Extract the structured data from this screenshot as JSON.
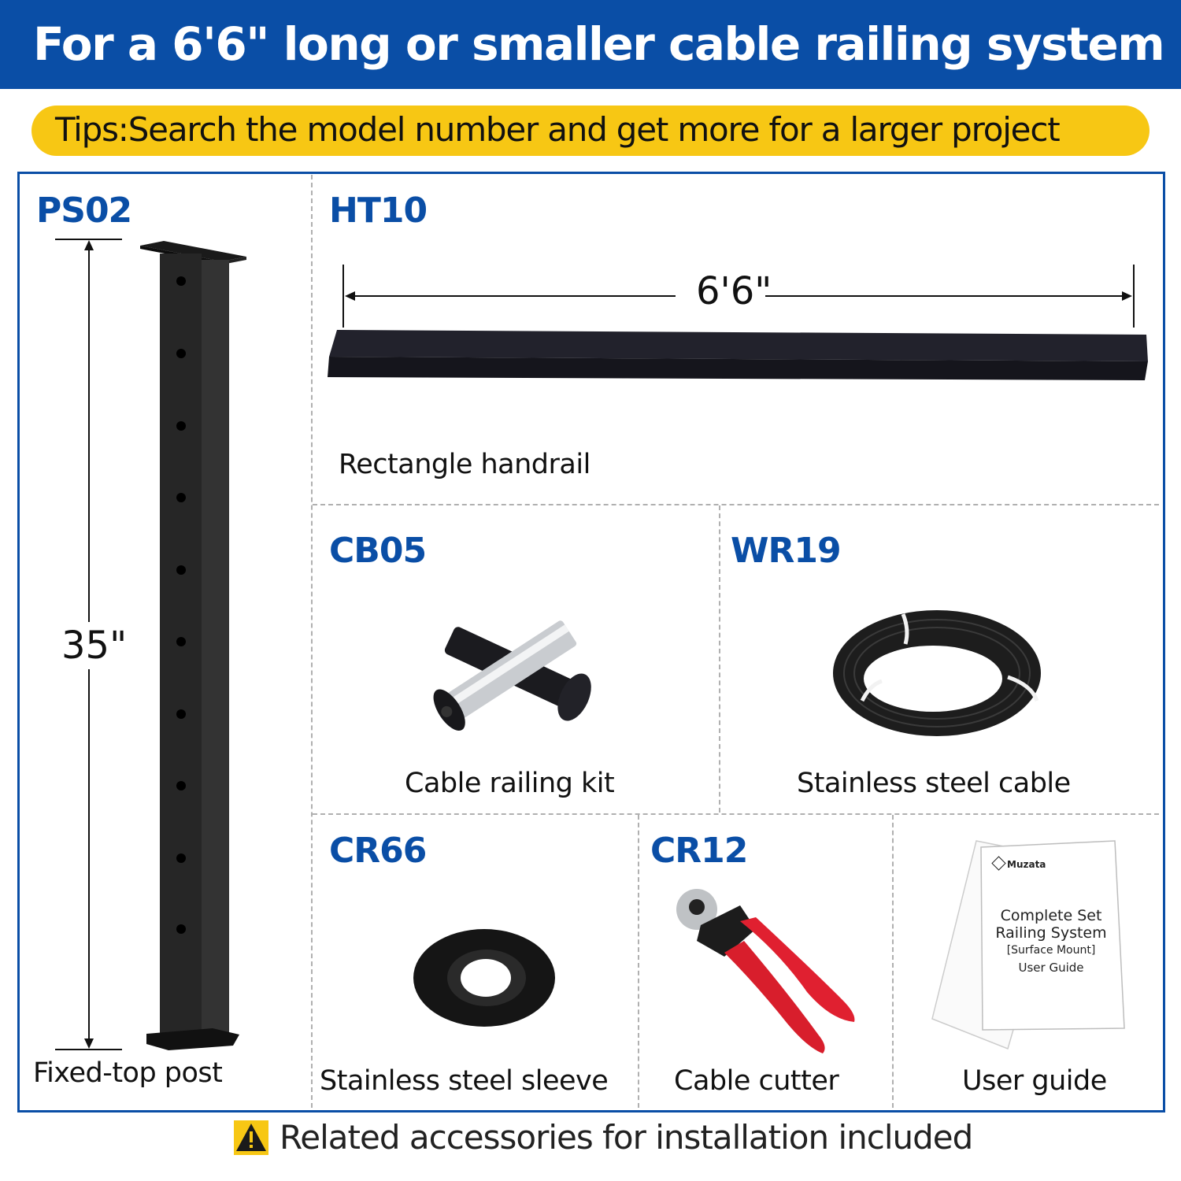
{
  "header": {
    "title": "For a 6'6\" long or smaller cable railing system",
    "tips": "Tips:Search the model number and get more for a larger project"
  },
  "products": {
    "post": {
      "code": "PS02",
      "caption": "Fixed-top post",
      "dimension": "35\"",
      "hole_count": 10
    },
    "handrail": {
      "code": "HT10",
      "caption": "Rectangle handrail",
      "dimension": "6'6\""
    },
    "kit": {
      "code": "CB05",
      "caption": "Cable railing kit"
    },
    "cable": {
      "code": "WR19",
      "caption": "Stainless steel cable"
    },
    "sleeve": {
      "code": "CR66",
      "caption": "Stainless steel sleeve"
    },
    "cutter": {
      "code": "CR12",
      "caption": "Cable cutter"
    },
    "guide": {
      "caption": "User guide",
      "brand": "Muzata",
      "doc_title_line1": "Complete Set",
      "doc_title_line2": "Railing System",
      "doc_subtitle": "[Surface Mount]",
      "doc_type": "User Guide"
    }
  },
  "footer": {
    "icon": "warning-icon",
    "text": "Related accessories for installation included"
  },
  "colors": {
    "brand_blue": "#0a4ea6",
    "tips_yellow": "#f7c714",
    "cutter_red": "#e02030"
  }
}
